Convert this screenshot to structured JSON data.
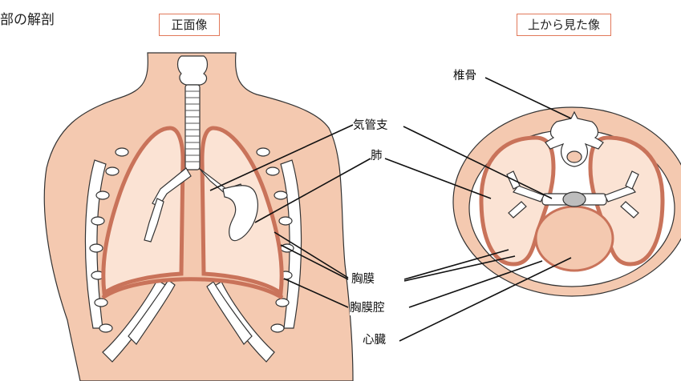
{
  "title": "部の解剖",
  "views": {
    "front": "正面像",
    "top": "上から見た像"
  },
  "labels": {
    "vertebra": "椎骨",
    "bronchus": "気管支",
    "lung": "肺",
    "pleura": "胸膜",
    "pleural_cavity": "胸膜腔",
    "heart": "心臓"
  },
  "colors": {
    "skin": "#f4c9b0",
    "lung": "#fbe3d4",
    "pleura": "#c9735a",
    "bone": "#ffffff",
    "frame": "#e1785a"
  }
}
